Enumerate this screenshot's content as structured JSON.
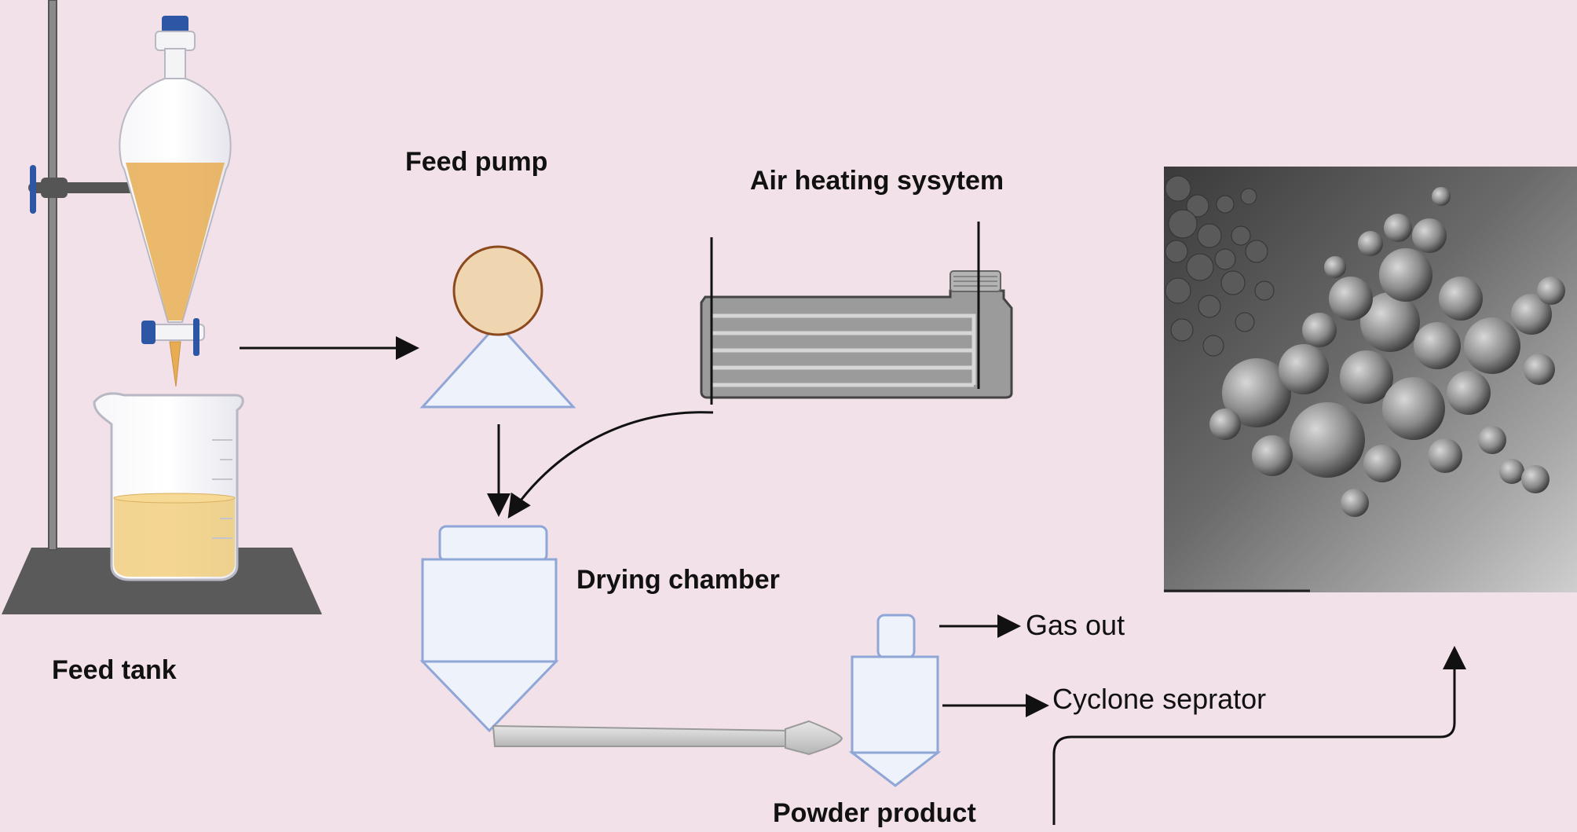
{
  "labels": {
    "feed_tank": "Feed tank",
    "feed_pump": "Feed pump",
    "air_heating": "Air heating sysytem",
    "drying_chamber": "Drying chamber",
    "gas_out": "Gas out",
    "cyclone": "Cyclone seprator",
    "powder": "Powder product"
  },
  "colors": {
    "background": "#f2e1e8",
    "outline": "#8fa6d6",
    "fill": "#eef2fb",
    "liquid": "#e8ad52",
    "pump_ball": "#f0d6b0",
    "pump_ball_border": "#8a4a1e",
    "stand": "#555555",
    "heater": "#9b9b9b",
    "arrow": "#111111"
  }
}
